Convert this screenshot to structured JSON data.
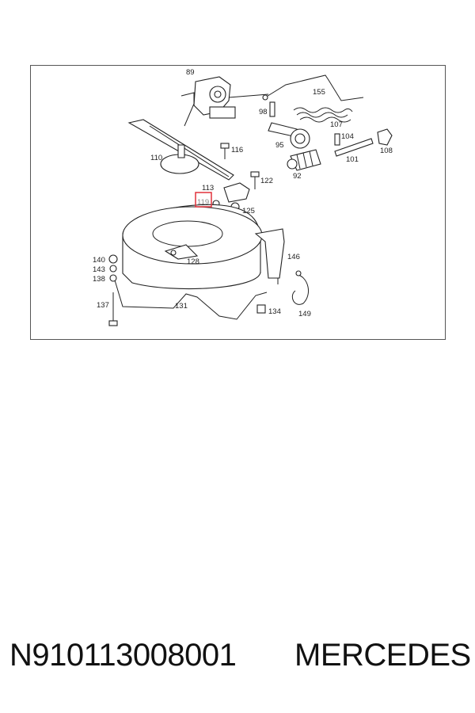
{
  "diagram": {
    "labels": {
      "l89": "89",
      "l155": "155",
      "l98": "98",
      "l107": "107",
      "l95": "95",
      "l104": "104",
      "l108": "108",
      "l101": "101",
      "l92": "92",
      "l116": "116",
      "l110": "110",
      "l122": "122",
      "l113": "113",
      "l119": "119",
      "l125": "125",
      "l146": "146",
      "l128": "128",
      "l140": "140",
      "l143": "143",
      "l138": "138",
      "l131": "131",
      "l137": "137",
      "l134": "134",
      "l149": "149"
    },
    "highlighted_part": "119",
    "highlight_color": "#e0303a"
  },
  "footer": {
    "part_number": "N910113008001",
    "brand": "MERCEDES"
  }
}
